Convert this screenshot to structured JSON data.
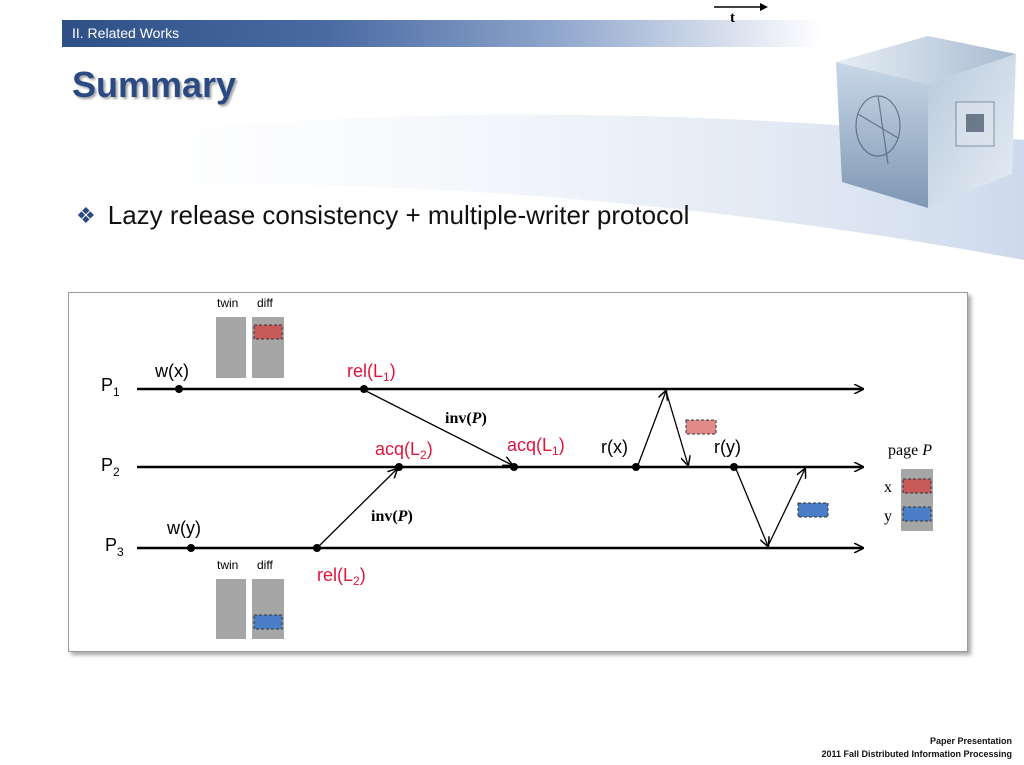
{
  "header": {
    "section": "II. Related Works",
    "time_arrow_label": "t"
  },
  "title": "Summary",
  "bullet": {
    "icon": "diamond-bullet-icon",
    "text": "Lazy release consistency + multiple-writer protocol"
  },
  "diagram": {
    "processes": [
      {
        "name": "P",
        "sub": "1"
      },
      {
        "name": "P",
        "sub": "2"
      },
      {
        "name": "P",
        "sub": "3"
      }
    ],
    "ops": {
      "w_x": "w(x)",
      "w_y": "w(y)",
      "rel_l1": {
        "base": "rel(L",
        "sub": "1",
        "end": ")"
      },
      "rel_l2": {
        "base": "rel(L",
        "sub": "2",
        "end": ")"
      },
      "acq_l2": {
        "base": "acq(L",
        "sub": "2",
        "end": ")"
      },
      "acq_l1": {
        "base": "acq(L",
        "sub": "1",
        "end": ")"
      },
      "r_x": "r(x)",
      "r_y": "r(y)"
    },
    "inv_label": {
      "prefix": "inv(",
      "var": "P",
      "suffix": ")"
    },
    "top_buffers": {
      "twin": "twin",
      "diff": "diff"
    },
    "bottom_buffers": {
      "twin": "twin",
      "diff": "diff"
    },
    "page": {
      "label_prefix": "page ",
      "label_var": "P",
      "row_x": "x",
      "row_y": "y"
    },
    "colors": {
      "red": "#c85a5a",
      "blue": "#4a7fc8",
      "accent": "#e0143c",
      "gray": "#a6a6a6"
    }
  },
  "footer": {
    "line1": "Paper Presentation",
    "line2": "2011 Fall Distributed Information Processing"
  }
}
